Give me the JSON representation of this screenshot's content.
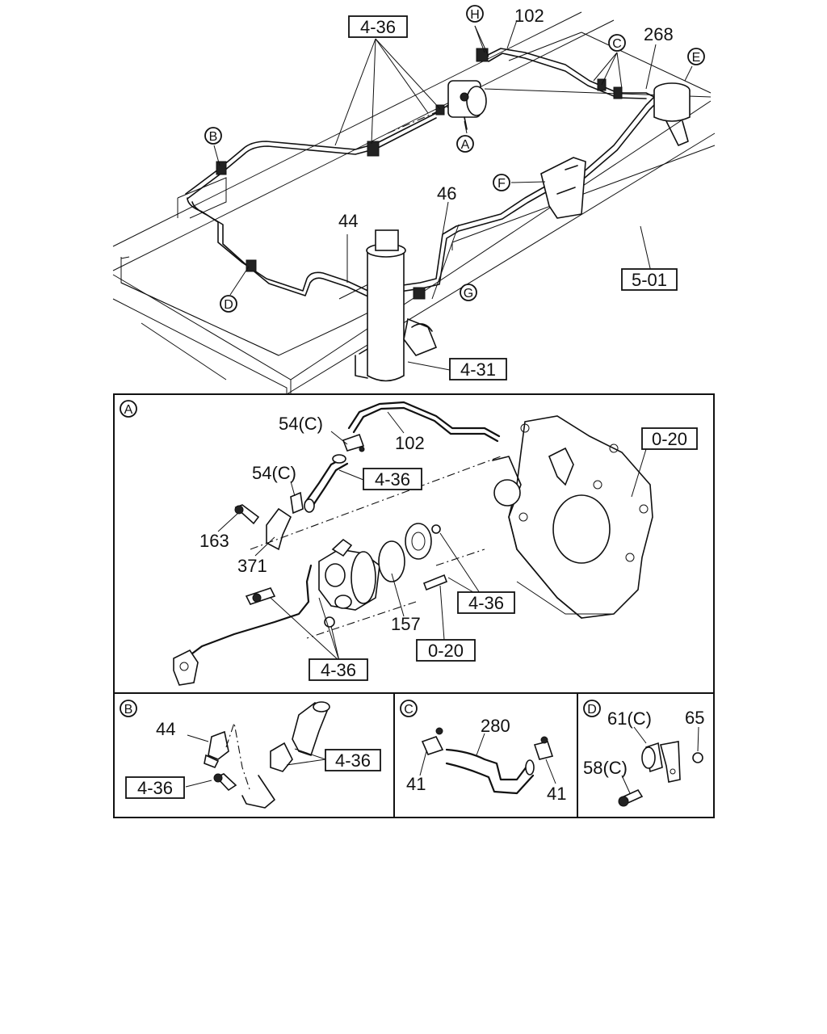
{
  "main": {
    "refs": {
      "ref_4_36": "4-36",
      "ref_5_01": "5-01",
      "ref_4_31": "4-31"
    },
    "parts": {
      "p102": "102",
      "p268": "268",
      "p46": "46",
      "p44": "44"
    },
    "callouts": {
      "H": "H",
      "C": "C",
      "E": "E",
      "B": "B",
      "A": "A",
      "F": "F",
      "D": "D",
      "G": "G"
    }
  },
  "detail_a": {
    "letter": "A",
    "labels": {
      "p54c_top": "54(C)",
      "p102": "102",
      "p54c_mid": "54(C)",
      "ref_4_36_upper": "4-36",
      "ref_0_20_right": "0-20",
      "p163": "163",
      "p371": "371",
      "p157": "157",
      "ref_4_36_right": "4-36",
      "ref_0_20_lower": "0-20",
      "ref_4_36_bottom": "4-36"
    }
  },
  "detail_b": {
    "letter": "B",
    "labels": {
      "p44": "44",
      "ref_4_36_right": "4-36",
      "ref_4_36_left": "4-36"
    }
  },
  "detail_c": {
    "letter": "C",
    "labels": {
      "p280": "280",
      "p41_left": "41",
      "p41_right": "41"
    }
  },
  "detail_d": {
    "letter": "D",
    "labels": {
      "p61c": "61(C)",
      "p65": "65",
      "p58c": "58(C)"
    }
  }
}
